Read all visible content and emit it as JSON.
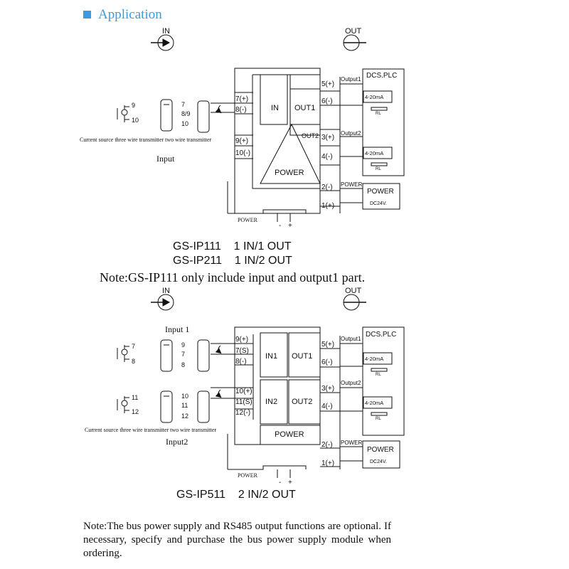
{
  "header": {
    "title": "Application"
  },
  "diagram1": {
    "in_label": "IN",
    "out_label": "OUT",
    "input_terms": [
      "7(+)",
      "8(-)",
      "9(+)",
      "10(-)"
    ],
    "block_in": "IN",
    "block_out1": "OUT1",
    "block_out2": "OUT2",
    "block_power": "POWER",
    "output_terms": [
      "5(+)",
      "6(-)",
      "3(+)",
      "4(-)",
      "2(-)",
      "1(+)"
    ],
    "output1": "Output1",
    "output2": "Output2",
    "power_bus": "POWER",
    "dcs": "DCS.PLC",
    "current_range": "4-20mA",
    "rl": "RL",
    "power_box": "POWER",
    "dc": "DC24V.",
    "power_bottom": "POWER",
    "sources_caption": "Current source  three wire transmitter two wire transmitter",
    "cs_terms": [
      "9",
      "10"
    ],
    "three_wire_terms": [
      "7",
      "8/9",
      "10"
    ],
    "input_caption": "Input",
    "minus": "-",
    "plus": "+"
  },
  "models1": [
    {
      "code": "GS-IP111",
      "desc": "1 IN/1 OUT"
    },
    {
      "code": "GS-IP211",
      "desc": "1 IN/2 OUT"
    }
  ],
  "note1": "Note:GS-IP111 only include input and output1 part.",
  "diagram2": {
    "in_label": "IN",
    "out_label": "OUT",
    "input1_caption": "Input 1",
    "input2_caption": "Input2",
    "input_terms": [
      "9(+)",
      "7(S)",
      "8(-)",
      "10(+)",
      "11(S)",
      "12(-)"
    ],
    "block_in1": "IN1",
    "block_out1": "OUT1",
    "block_in2": "IN2",
    "block_out2": "OUT2",
    "block_power": "POWER",
    "output_terms": [
      "5(+)",
      "6(-)",
      "3(+)",
      "4(-)",
      "2(-)",
      "1(+)"
    ],
    "output1": "Output1",
    "output2": "Output2",
    "power_bus": "POWER",
    "dcs": "DCS.PLC",
    "current_range": "4-20mA",
    "rl": "RL",
    "power_box": "POWER",
    "dc": "DC24V.",
    "power_bottom": "POWER",
    "sources_caption": "Current source three wire transmitter two wire transmitter",
    "cs1_terms": [
      "7",
      "8"
    ],
    "tw1_terms": [
      "9",
      "7",
      "8"
    ],
    "cs2_terms": [
      "11",
      "12"
    ],
    "tw2_terms": [
      "10",
      "11",
      "12"
    ],
    "minus": "-",
    "plus": "+"
  },
  "models2": [
    {
      "code": "GS-IP511",
      "desc": "2 IN/2 OUT"
    }
  ],
  "note2": "Note:The bus power supply and RS485 output functions are optional. If necessary, specify and purchase the bus power supply module when ordering."
}
